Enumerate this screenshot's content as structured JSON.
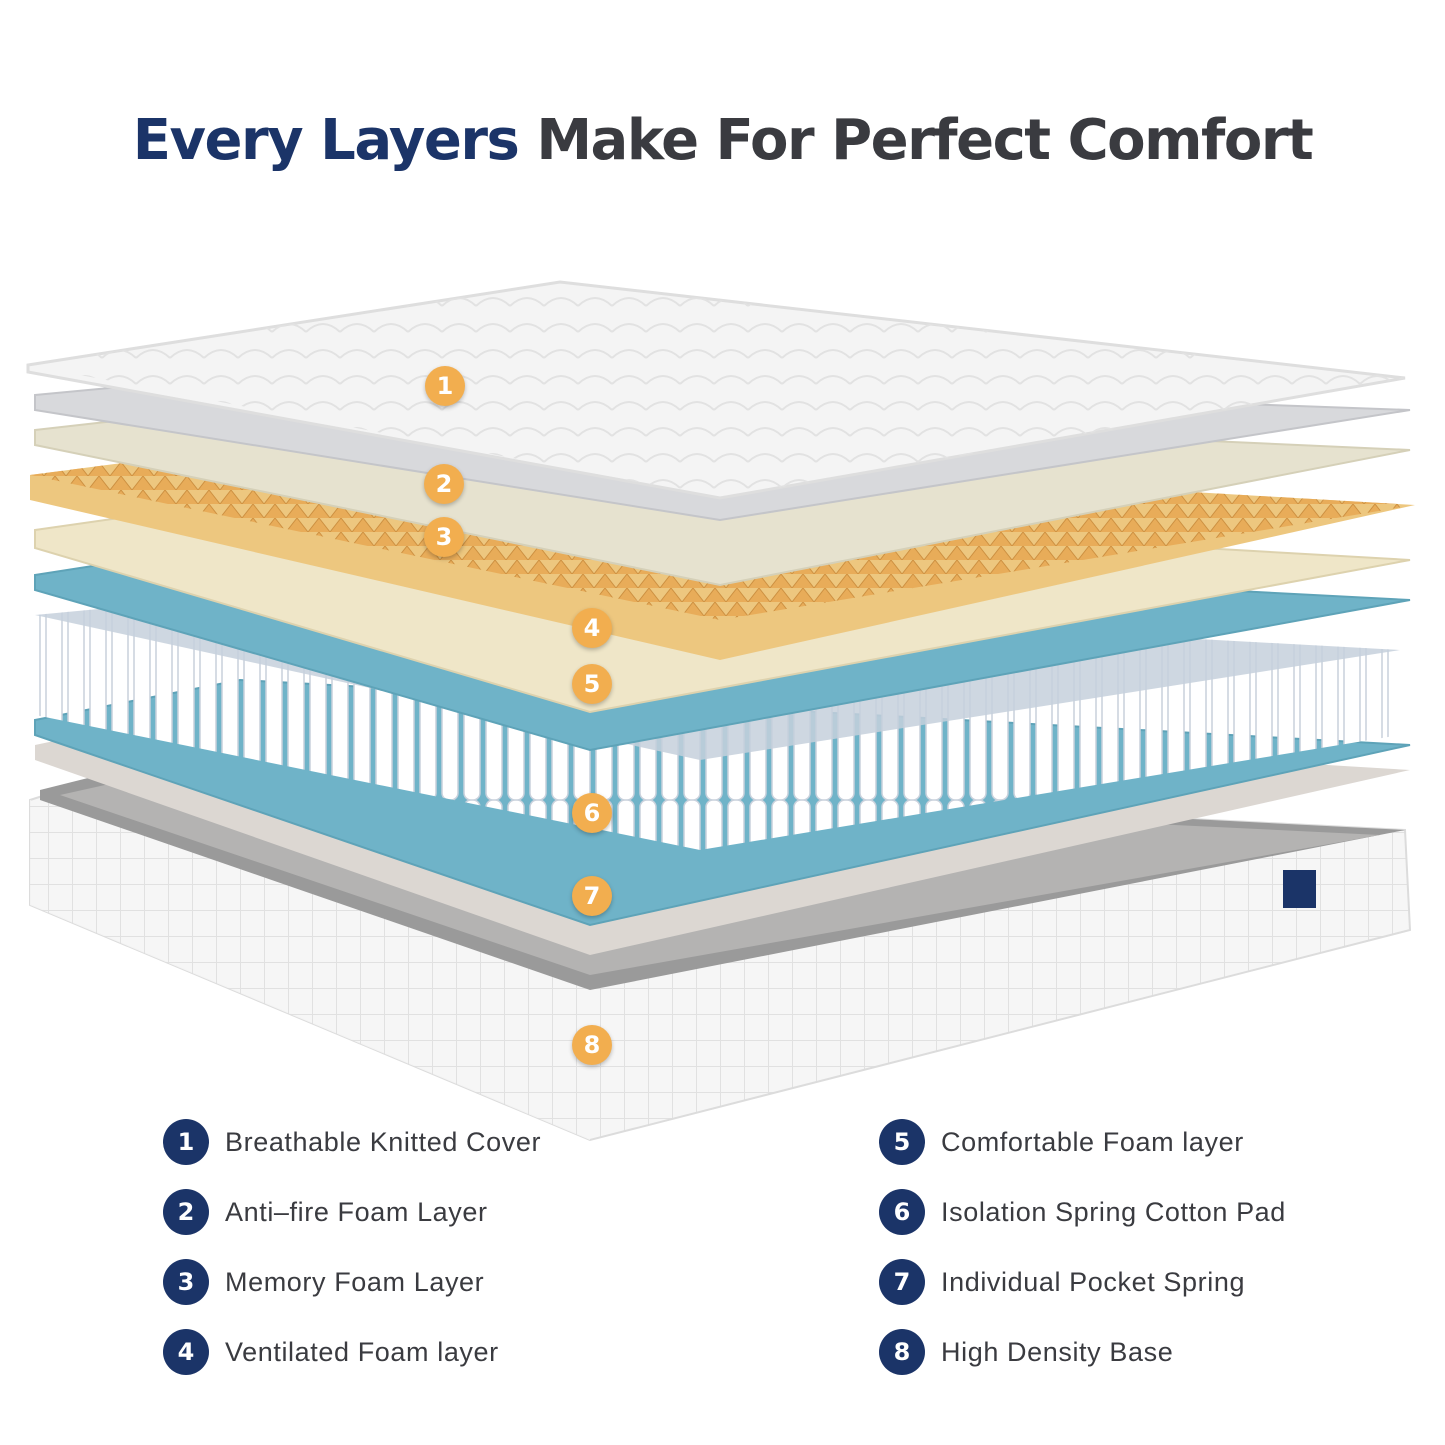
{
  "header": {
    "title_accent": "Every Layers",
    "title_rest": " Make For Perfect Comfort"
  },
  "colors": {
    "navy": "#1b3468",
    "text": "#3a3b40",
    "marker_orange": "#f2ae4f",
    "cover_white": "#f4f4f4",
    "antifire_grey": "#d8d9dc",
    "memory_beige": "#e6e2cf",
    "ventilated_orange": "#edc77f",
    "comfort_cream": "#efe6c8",
    "cooling_blue": "#6fb3c8",
    "spring_white": "#eef1f5",
    "base_white": "#f3f3f3"
  },
  "illustration": {
    "markers": [
      "1",
      "2",
      "3",
      "4",
      "5",
      "6",
      "7",
      "8"
    ],
    "brand_tag_label": "brand-tag"
  },
  "legend": {
    "left": [
      {
        "num": "1",
        "label": "Breathable Knitted Cover"
      },
      {
        "num": "2",
        "label": "Anti–fire Foam Layer"
      },
      {
        "num": "3",
        "label": "Memory Foam Layer"
      },
      {
        "num": "4",
        "label": "Ventilated Foam layer"
      }
    ],
    "right": [
      {
        "num": "5",
        "label": "Comfortable Foam layer"
      },
      {
        "num": "6",
        "label": "Isolation Spring Cotton Pad"
      },
      {
        "num": "7",
        "label": "Individual Pocket Spring"
      },
      {
        "num": "8",
        "label": "High Density Base"
      }
    ]
  }
}
